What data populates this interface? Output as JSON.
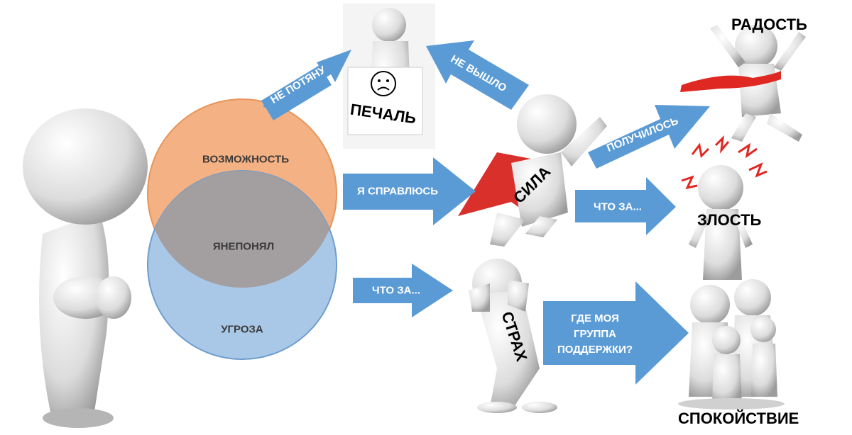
{
  "venn": {
    "top": "ВОЗМОЖНОСТЬ",
    "middle": "ЯНЕПОНЯЛ",
    "bottom": "УГРОЗА",
    "colors": {
      "top": "#f4b183",
      "bottom": "#a9c8e8",
      "overlap": "#a39e9f"
    }
  },
  "arrows": {
    "ne_potyanu": "НЕ ПОТЯНУ",
    "ne_vyshlo": "НЕ ВЫШЛО",
    "ya_spravlyus": "Я СПРАВЛЮСЬ",
    "poluchilos": "ПОЛУЧИЛОСЬ",
    "chto_za_top": "ЧТО ЗА...",
    "chto_za_bottom": "ЧТО ЗА...",
    "gde_gruppa": "ГДЕ МОЯ ГРУППА ПОДДЕРЖКИ?",
    "color": "#5b9bd5"
  },
  "states": {
    "pechal": "ПЕЧАЛЬ",
    "sila": "СИЛА",
    "strakh": "СТРАХ",
    "radost": "РАДОСТЬ",
    "zlost": "ЗЛОСТЬ",
    "spokoystvie": "СПОКОЙСТВИЕ"
  },
  "icons": {
    "thinker": "thinking-figure-icon",
    "sad": "sad-face-icon",
    "hero": "superhero-figure-icon",
    "scared": "scared-figure-icon",
    "joy": "jumping-figure-icon",
    "anger": "angry-figure-icon",
    "family": "family-group-icon"
  }
}
